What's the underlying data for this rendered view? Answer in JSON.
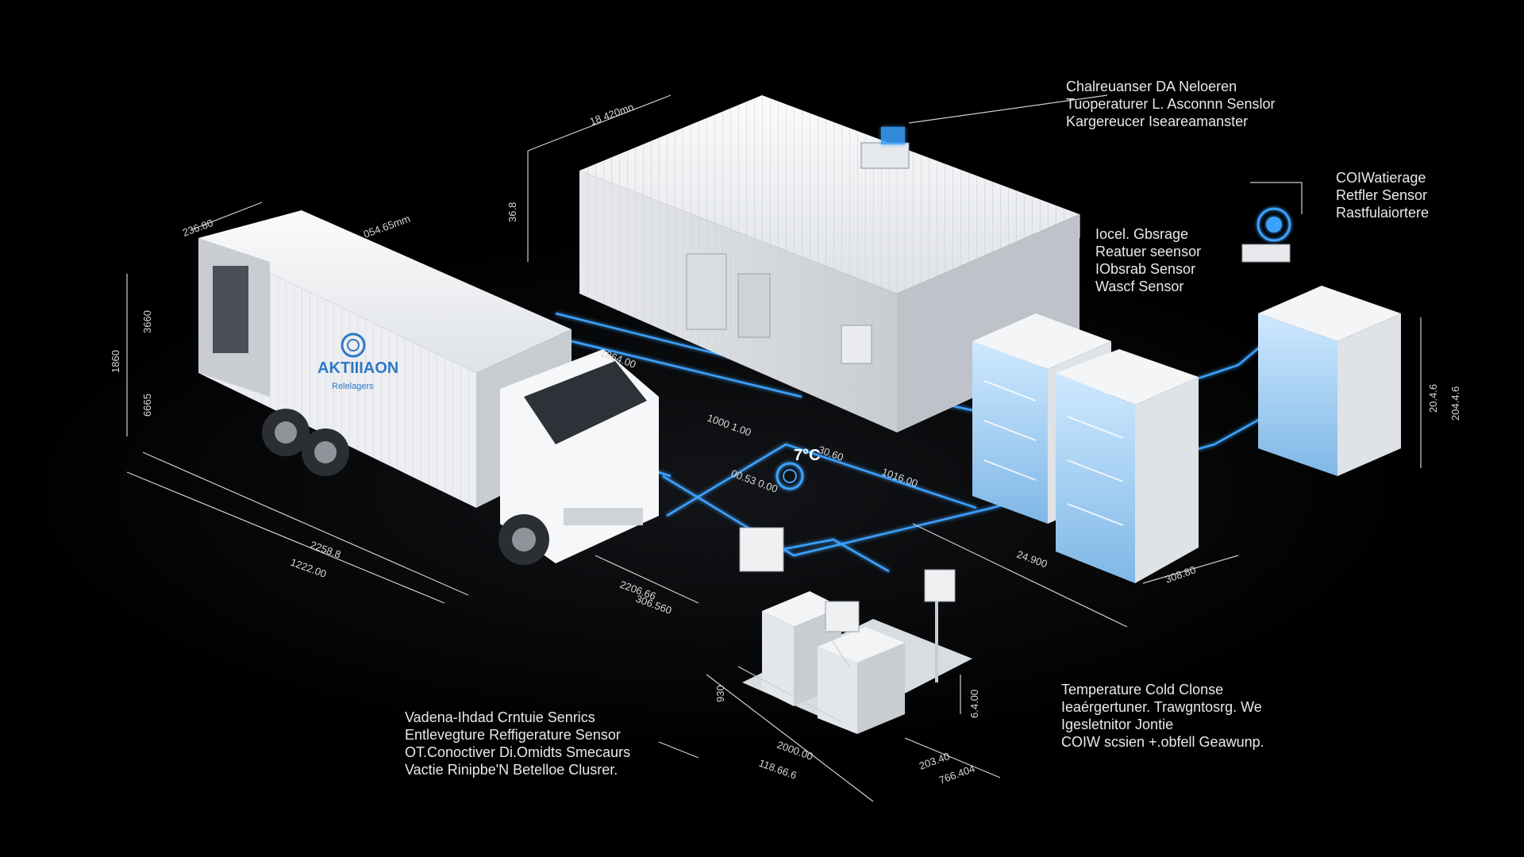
{
  "callouts": {
    "top_right": [
      "Chalreuanser DA Neloeren",
      "Tuoperaturer L. Asconnn Senslor",
      "Kargereucer Iseareamanster"
    ],
    "warehouse_right": [
      "Iocel. Gbsrage",
      "Reatuer seensor",
      "IObsrab Sensor",
      "Wascf Sensor"
    ],
    "far_right": [
      "COIWatierage",
      "Retfler Sensor",
      "Rastfulaiortere"
    ],
    "bottom_left": [
      "Vadena-Ihdad Crntuie Senrics",
      "Entlevegture Reffigerature Sensor",
      "OT.Conoctiver Di.Omidts Smecaurs",
      "Vactie Rinipbe'N Betelloe Clusrer."
    ],
    "bottom_right": [
      "Temperature Cold Clonse",
      "Ieaérgertuner. Trawgntosrg. We",
      "Igesletnitor Jontie",
      "COIW scsien +.obfell Geawunp."
    ]
  },
  "truck": {
    "brand": "AKTIIIAON",
    "sub": "Relelagers"
  },
  "sensor_center_label": "7°C",
  "dimensions": {
    "warehouse_top": "18 420mn",
    "warehouse_side": "36.8",
    "truck_top": "236.80",
    "truck_container": "054.65mm",
    "truck_height_1": "1860",
    "truck_height_2": "3660",
    "truck_height_3": "6665",
    "road_1": "1864.00",
    "road_2": "1000 1.00",
    "road_3": "00.53 0.00",
    "road_4": "1016.00",
    "road_5": "30.60",
    "truck_len_1": "2258.8",
    "truck_len_2": "1222.00",
    "truck_len_3": "2206.66",
    "truck_len_4": "306.560",
    "cabinet_w": "24.900",
    "cabinet_d": "308.80",
    "right_h1": "20.4.6",
    "right_h2": "204.4.6",
    "unit_h": "930",
    "unit_w1": "2000.00",
    "unit_w2": "118.66.6",
    "unit_d1": "203.40",
    "unit_d2": "766.404",
    "unit_side": "6.4.00"
  },
  "colors": {
    "accent": "#3da2ff",
    "background": "#000000",
    "equipment": "#f2f4f6"
  }
}
